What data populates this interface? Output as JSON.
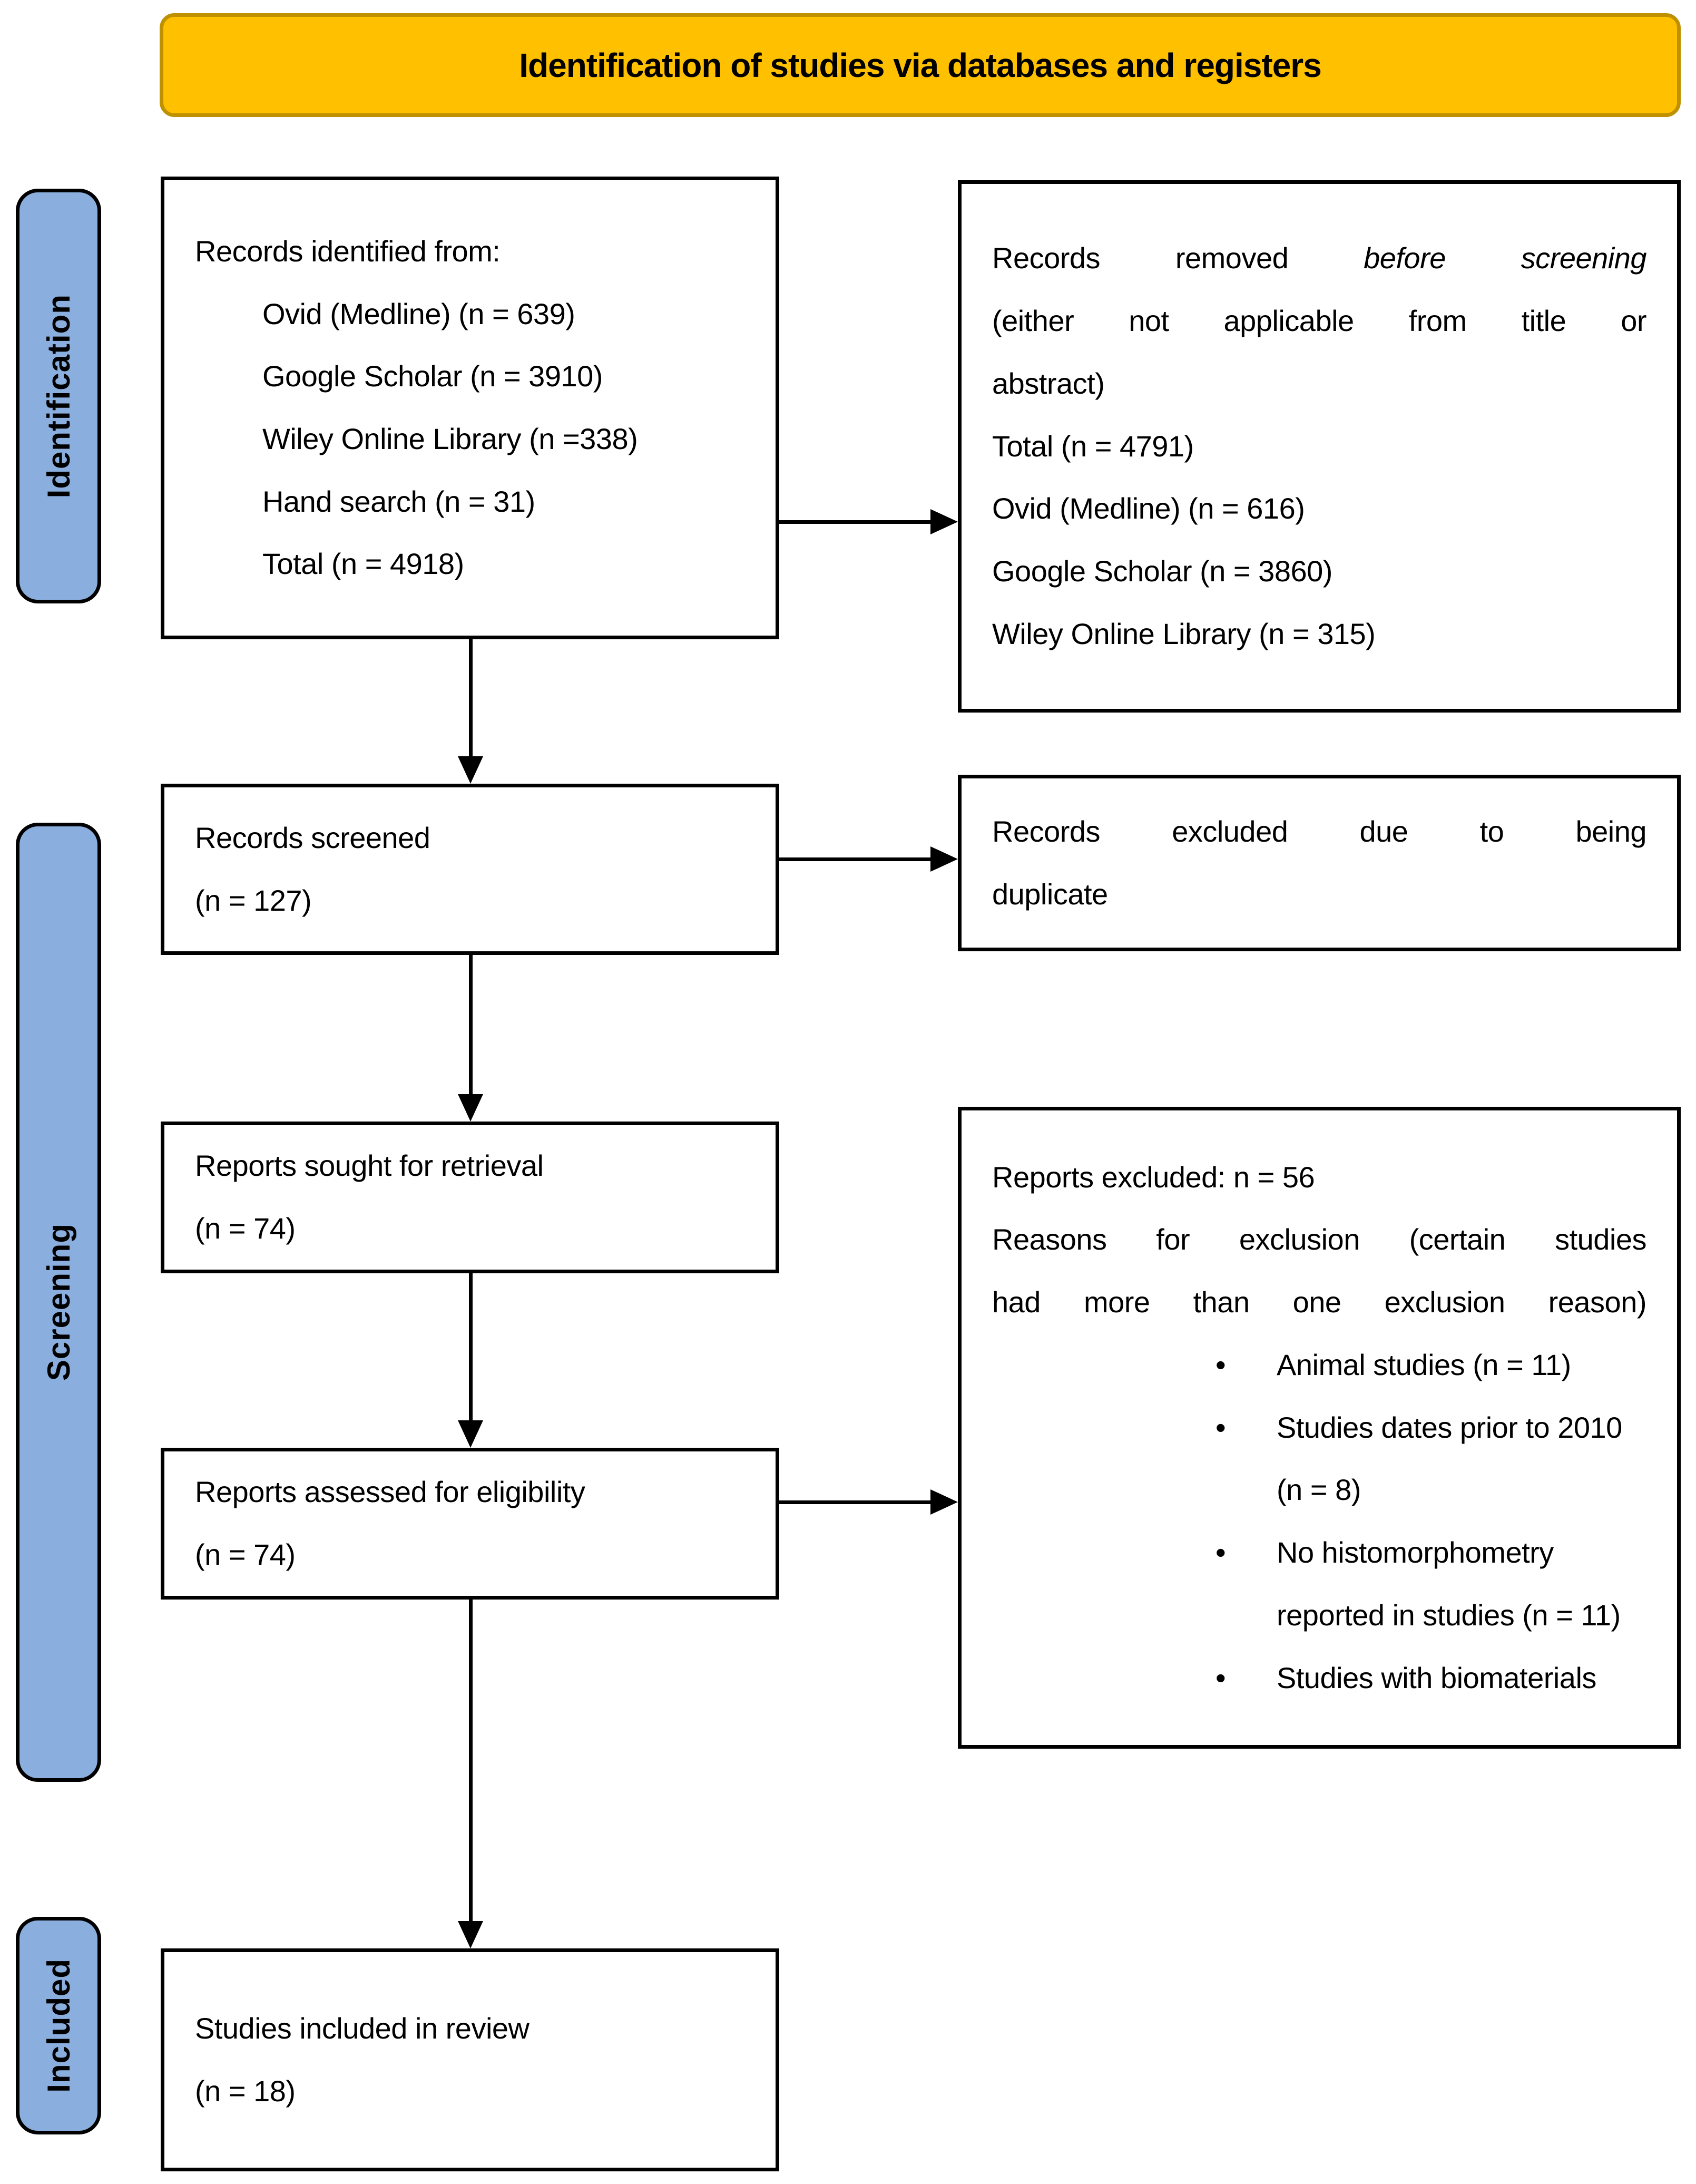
{
  "colors": {
    "banner_bg": "#FFC000",
    "banner_border": "#BF9000",
    "sidebar_bg": "#8AAEDD",
    "box_border": "#000000",
    "background": "#FFFFFF"
  },
  "banner": {
    "title": "Identification of studies via databases and registers"
  },
  "sidebar": [
    {
      "label": "Identification"
    },
    {
      "label": "Screening"
    },
    {
      "label": "Included"
    }
  ],
  "boxes": {
    "identified": {
      "title": "Records identified from:",
      "items": [
        "Ovid (Medline) (n = 639)",
        "Google Scholar (n = 3910)",
        "Wiley Online Library (n =338)",
        "Hand search (n = 31)",
        "Total (n = 4918)"
      ]
    },
    "removed": {
      "line1_regular": "Records removed",
      "line1_italic": "before screening",
      "line2": "(either not applicable from title or",
      "line3": "abstract)",
      "items": [
        "Total (n = 4791)",
        "Ovid (Medline) (n = 616)",
        "Google Scholar (n = 3860)",
        "Wiley Online Library (n = 315)"
      ]
    },
    "screened": {
      "line1": "Records screened",
      "line2": "(n = 127)"
    },
    "duplicates": {
      "line1": "Records excluded due to being",
      "line2": "duplicate"
    },
    "sought": {
      "line1": "Reports sought for retrieval",
      "line2": "(n = 74)"
    },
    "assessed": {
      "line1": "Reports assessed for eligibility",
      "line2": "(n = 74)"
    },
    "excluded": {
      "title": "Reports excluded: n = 56",
      "reason_line1": "Reasons for exclusion (certain studies",
      "reason_line2": "had more than one exclusion reason)",
      "bullets": [
        [
          "Animal studies (n = 11)"
        ],
        [
          "Studies dates prior to 2010",
          "(n = 8)"
        ],
        [
          "No histomorphometry",
          "reported in studies (n = 11)"
        ],
        [
          "Studies with biomaterials"
        ]
      ]
    },
    "included": {
      "line1": "Studies included in review",
      "line2": "(n = 18)"
    }
  }
}
